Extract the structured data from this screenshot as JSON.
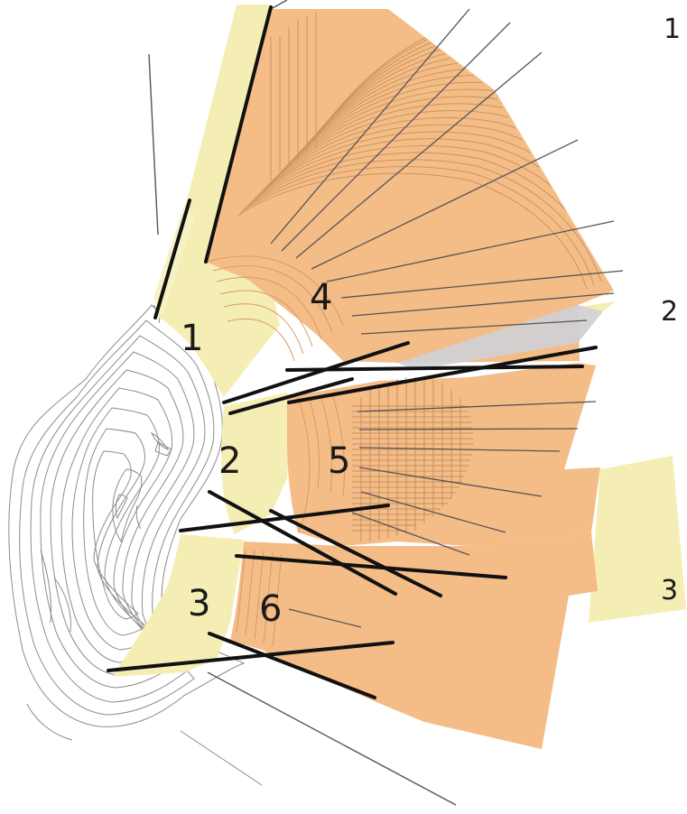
{
  "colors": {
    "background": "#ffffff",
    "orange_zone": "#f4bc86",
    "orange_hatch": "#c8905e",
    "orange_contour": "#d89a64",
    "yellow_zone": "#f4eeb4",
    "yellow_light": "#f7f2c6",
    "gray_zone": "#cfd0d6",
    "topo_line": "#8c8c8c",
    "dark_line": "#111111",
    "thin_line": "#555555"
  },
  "labels": {
    "inner_zones": [
      "1",
      "2",
      "3"
    ],
    "outer_zones": [
      "4",
      "5",
      "6"
    ],
    "edge_markers": [
      "1",
      "2",
      "3"
    ]
  }
}
